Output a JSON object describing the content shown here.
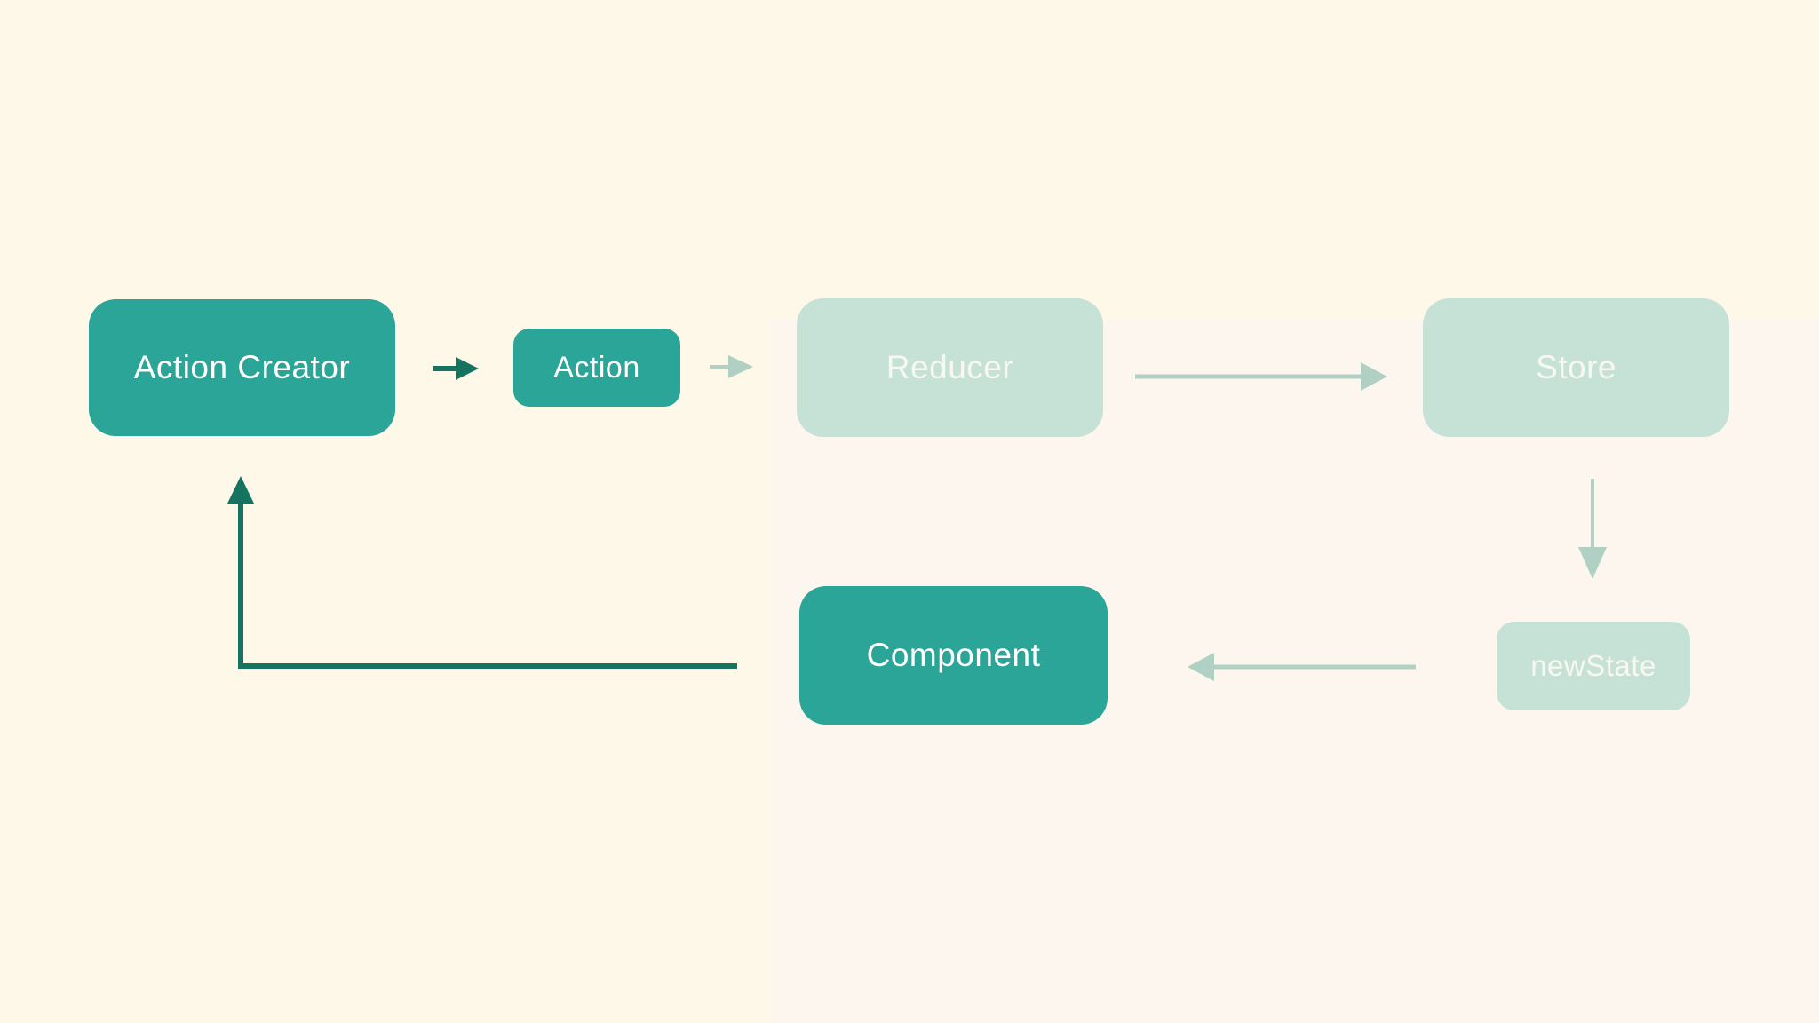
{
  "diagram": {
    "nodes": [
      {
        "id": "action-creator",
        "label": "Action Creator",
        "variant": "teal"
      },
      {
        "id": "action",
        "label": "Action",
        "variant": "teal"
      },
      {
        "id": "reducer",
        "label": "Reducer",
        "variant": "mint"
      },
      {
        "id": "store",
        "label": "Store",
        "variant": "mint"
      },
      {
        "id": "new-state",
        "label": "newState",
        "variant": "mint"
      },
      {
        "id": "component",
        "label": "Component",
        "variant": "teal"
      }
    ],
    "edges": [
      {
        "from": "Action Creator",
        "to": "Action",
        "style": "dark-solid-arrow"
      },
      {
        "from": "Action",
        "to": "Reducer",
        "style": "light-solid-arrow"
      },
      {
        "from": "Reducer",
        "to": "Store",
        "style": "light-solid-arrow"
      },
      {
        "from": "Store",
        "to": "newState",
        "style": "light-solid-arrow"
      },
      {
        "from": "newState",
        "to": "Component",
        "style": "light-solid-arrow"
      },
      {
        "from": "Component",
        "to": "Action Creator",
        "style": "dark-solid-elbow-arrow"
      }
    ]
  },
  "colors": {
    "background": "#fdf8e8",
    "background_panel": "#fcf6ee",
    "node_teal": "#2ba597",
    "node_mint": "#c6e1d6",
    "arrow_dark": "#15735f",
    "arrow_light": "#afd0c2",
    "text_on_teal": "#ffffff",
    "text_on_mint": "#f7f8ef"
  }
}
